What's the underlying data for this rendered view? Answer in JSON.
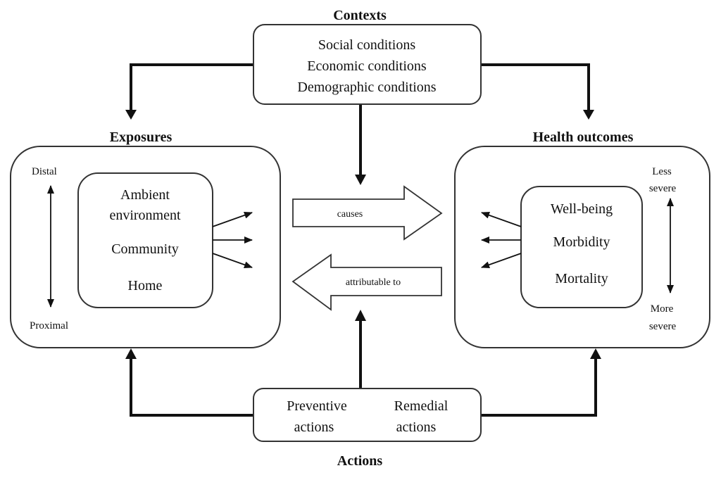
{
  "contexts": {
    "heading": "Contexts",
    "lines": [
      "Social conditions",
      "Economic conditions",
      "Demographic conditions"
    ]
  },
  "exposures": {
    "heading": "Exposures",
    "scale_top": "Distal",
    "scale_bottom": "Proximal",
    "items": [
      "Ambient",
      "environment",
      "Community",
      "Home"
    ]
  },
  "health_outcomes": {
    "heading": "Health outcomes",
    "scale_top": [
      "Less",
      "severe"
    ],
    "scale_bottom": [
      "More",
      "severe"
    ],
    "items": [
      "Well-being",
      "Morbidity",
      "Mortality"
    ]
  },
  "middle_arrows": {
    "forward_label": "causes",
    "backward_label": "attributable to"
  },
  "actions": {
    "heading": "Actions",
    "preventive": [
      "Preventive",
      "actions"
    ],
    "remedial": [
      "Remedial",
      "actions"
    ]
  }
}
